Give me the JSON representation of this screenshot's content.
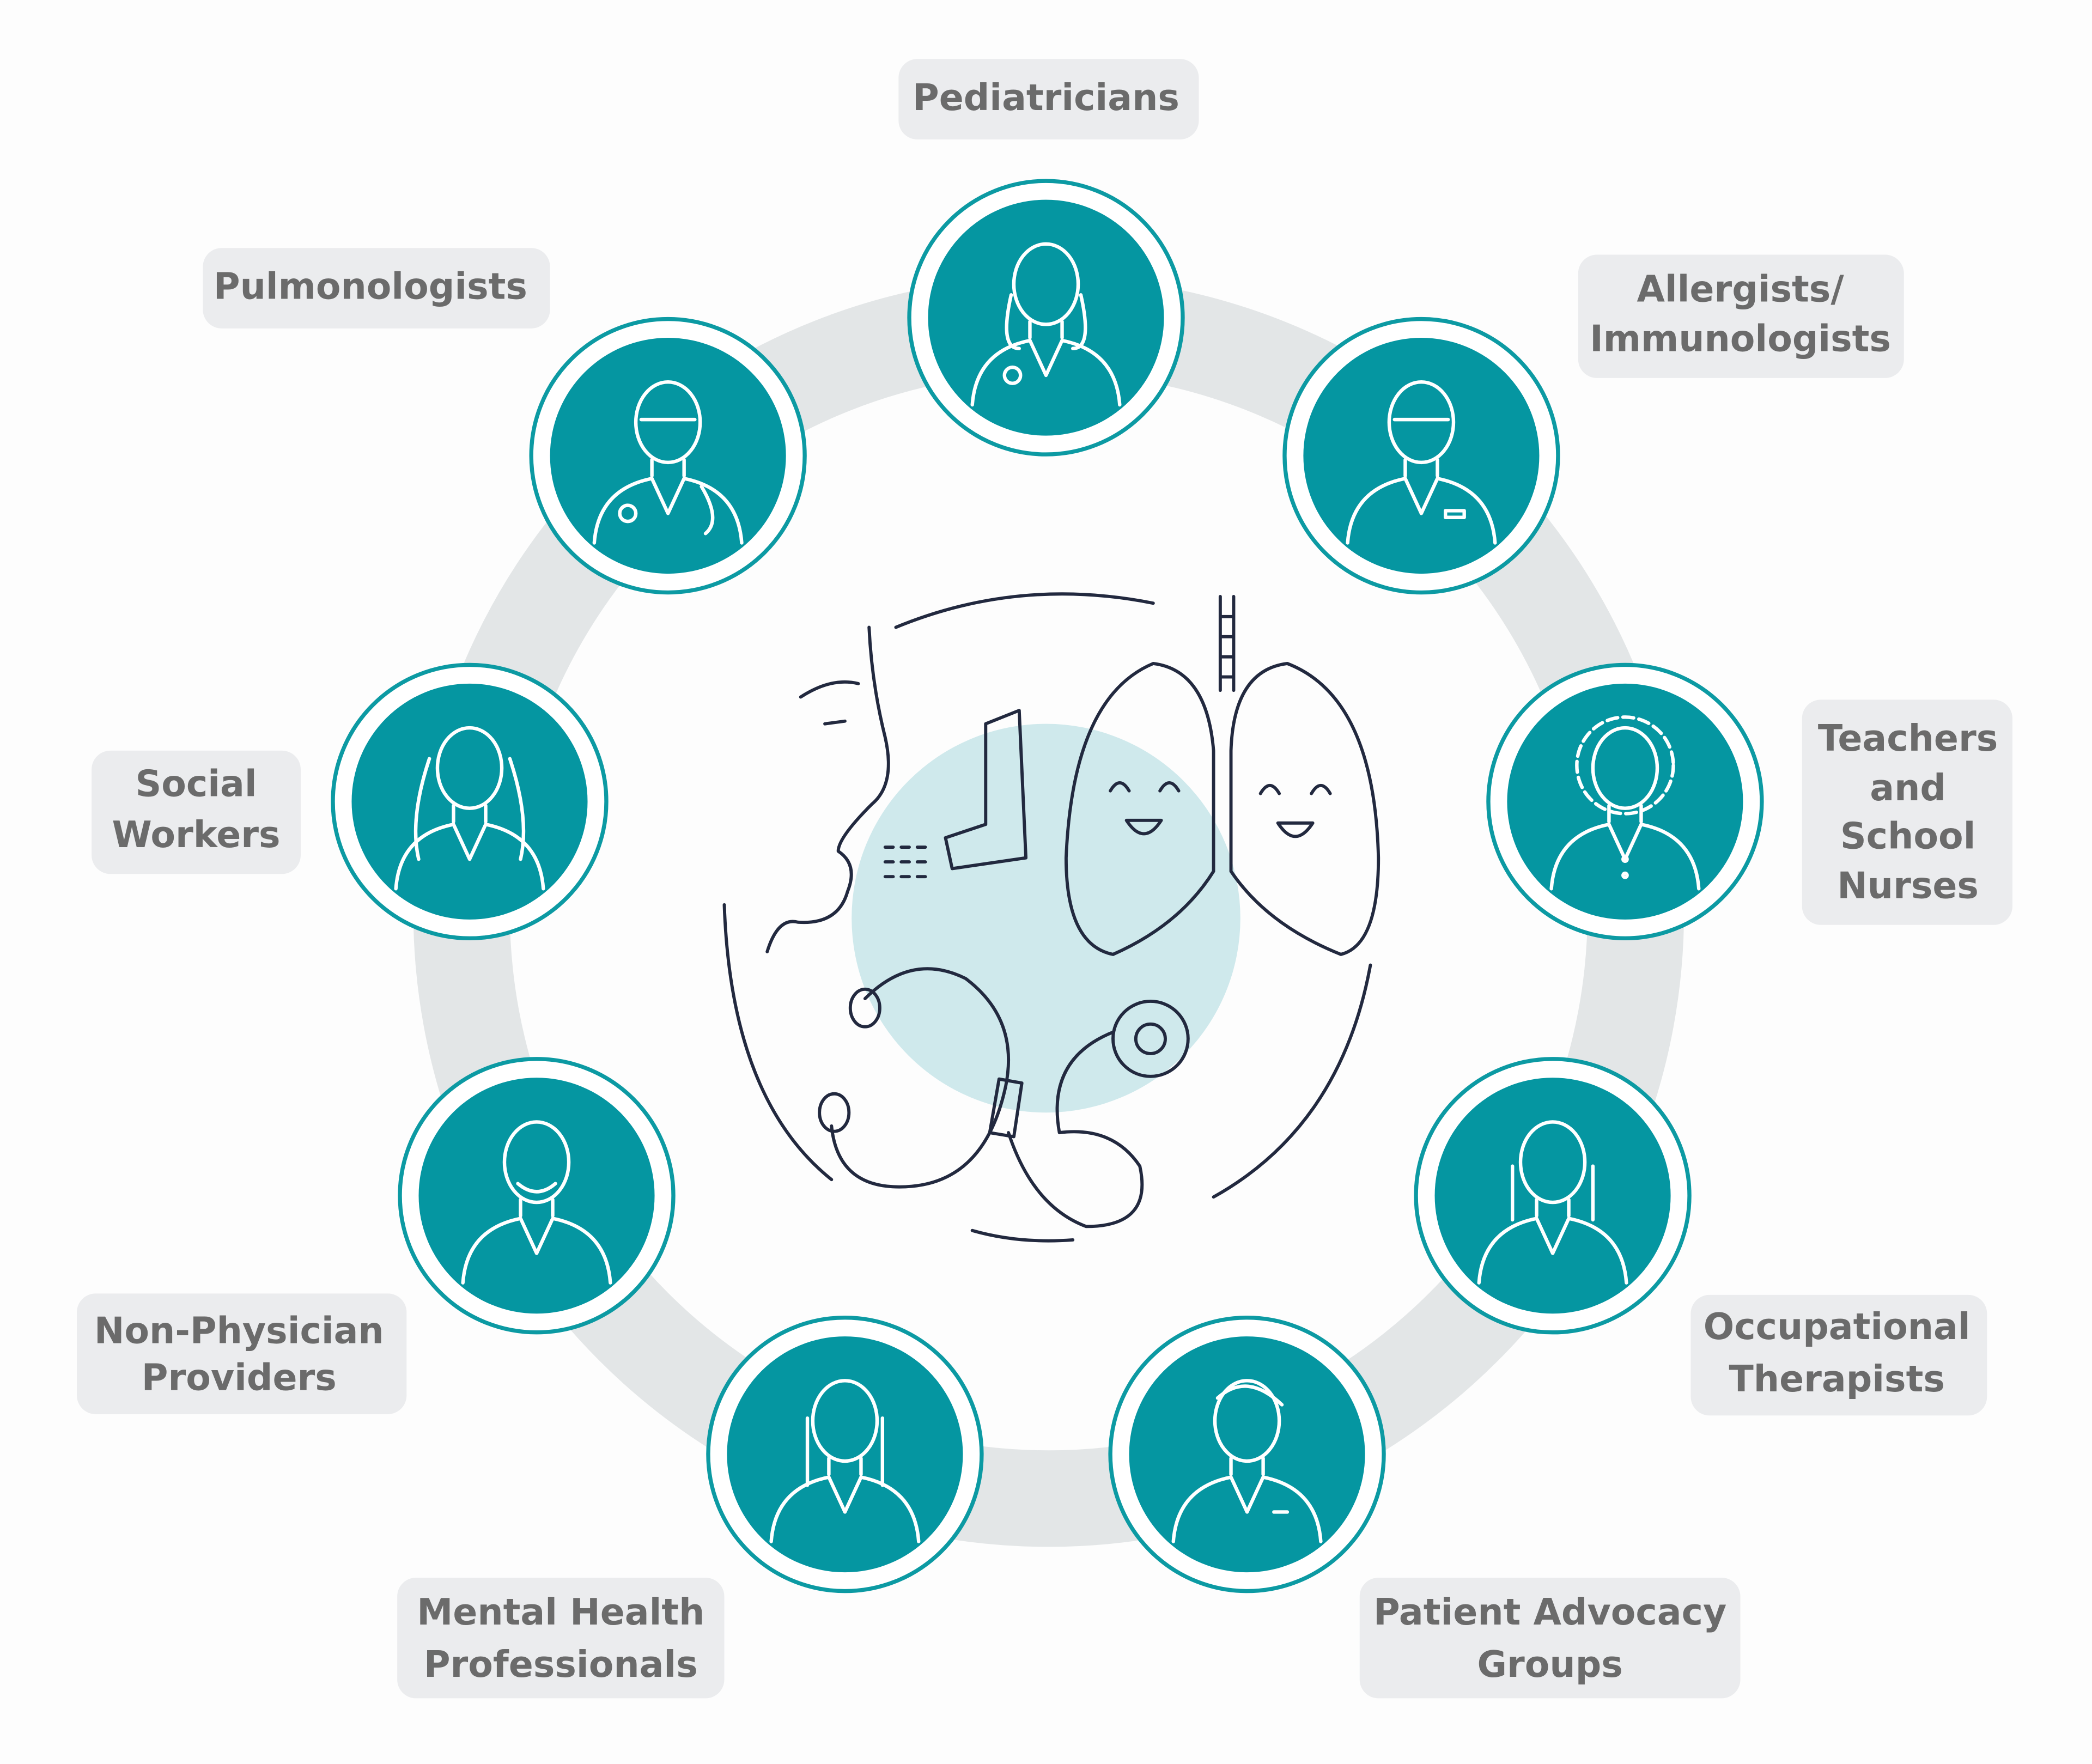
{
  "colors": {
    "teal": "#0596a1",
    "ring": "#e3e6e7",
    "label_bg": "#ebecee",
    "label_text": "#6b6b6b",
    "center_fill": "#cfe9ec"
  },
  "roles": [
    {
      "id": "pediatricians",
      "lines": [
        "Pediatricians"
      ],
      "icon": "female-doctor-icon"
    },
    {
      "id": "allergists",
      "lines": [
        "Allergists/",
        "Immunologists"
      ],
      "icon": "female-doctor-glasses-icon"
    },
    {
      "id": "teachers",
      "lines": [
        "Teachers",
        "and",
        "School",
        "Nurses"
      ],
      "icon": "curly-hair-woman-icon"
    },
    {
      "id": "occupational",
      "lines": [
        "Occupational",
        "Therapists"
      ],
      "icon": "female-clinician-icon"
    },
    {
      "id": "advocacy",
      "lines": [
        "Patient Advocacy",
        "Groups"
      ],
      "icon": "person-short-hair-icon"
    },
    {
      "id": "mental",
      "lines": [
        "Mental Health",
        "Professionals"
      ],
      "icon": "female-professional-icon"
    },
    {
      "id": "nonphysician",
      "lines": [
        "Non-Physician",
        "Providers"
      ],
      "icon": "bearded-man-icon"
    },
    {
      "id": "social",
      "lines": [
        "Social",
        "Workers"
      ],
      "icon": "long-hair-woman-icon"
    },
    {
      "id": "pulmonologists",
      "lines": [
        "Pulmonologists"
      ],
      "icon": "male-doctor-glasses-icon"
    }
  ]
}
